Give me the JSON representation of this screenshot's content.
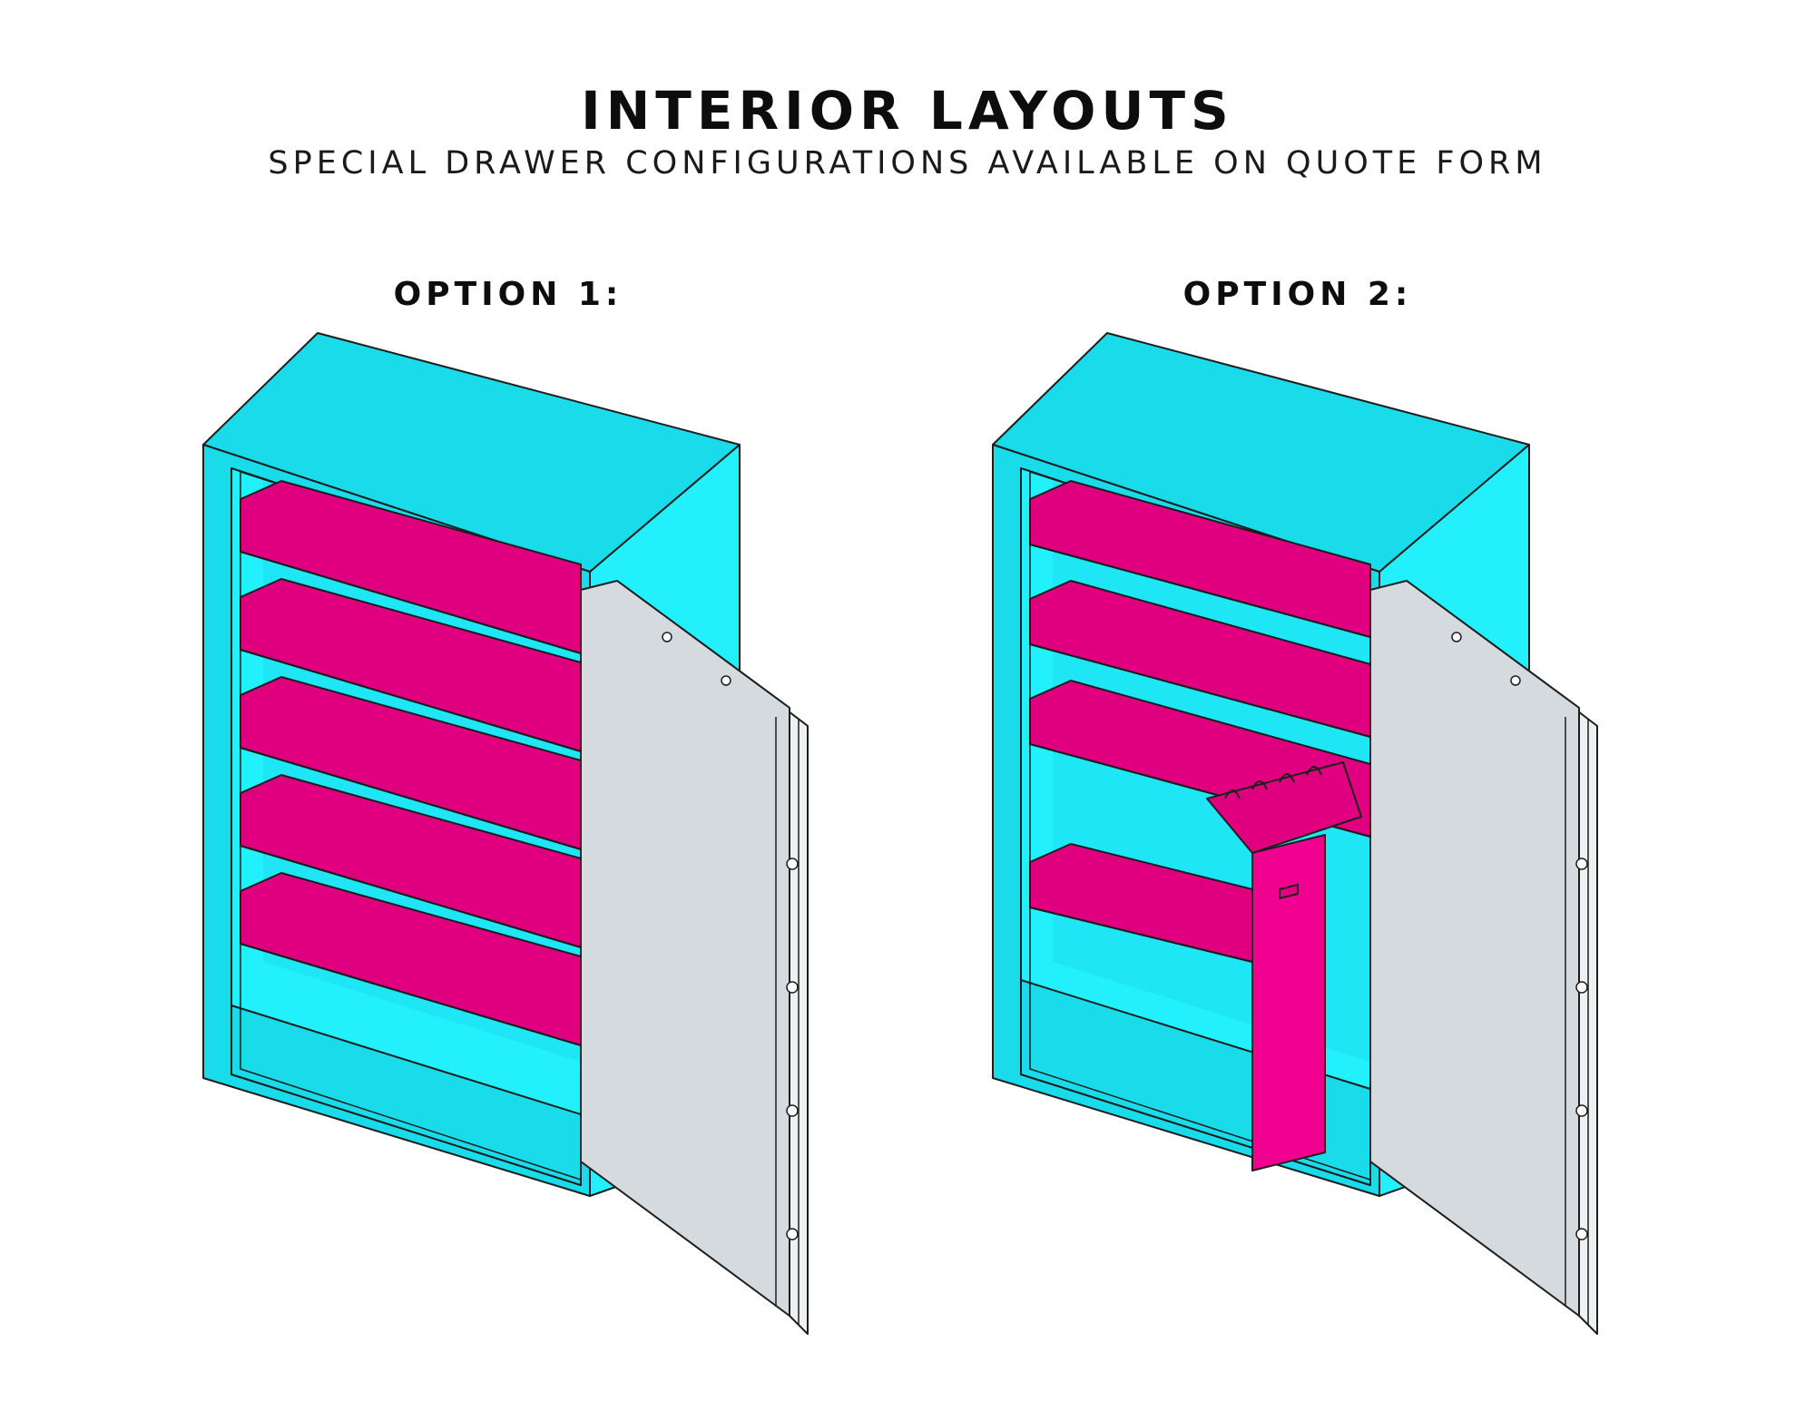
{
  "header": {
    "title": "INTERIOR LAYOUTS",
    "subtitle": "SPECIAL DRAWER CONFIGURATIONS AVAILABLE ON QUOTE FORM"
  },
  "options": [
    {
      "label": "OPTION 1:"
    },
    {
      "label": "OPTION 2:"
    }
  ],
  "colors": {
    "cabinet": "#19dbe9",
    "cabinet_light": "#22f1fd",
    "cabinet_dark": "#12b9c8",
    "shelf": "#e0007f",
    "partition": "#f1018f",
    "door": "#d4dadd",
    "outline": "#1e1e1e"
  }
}
